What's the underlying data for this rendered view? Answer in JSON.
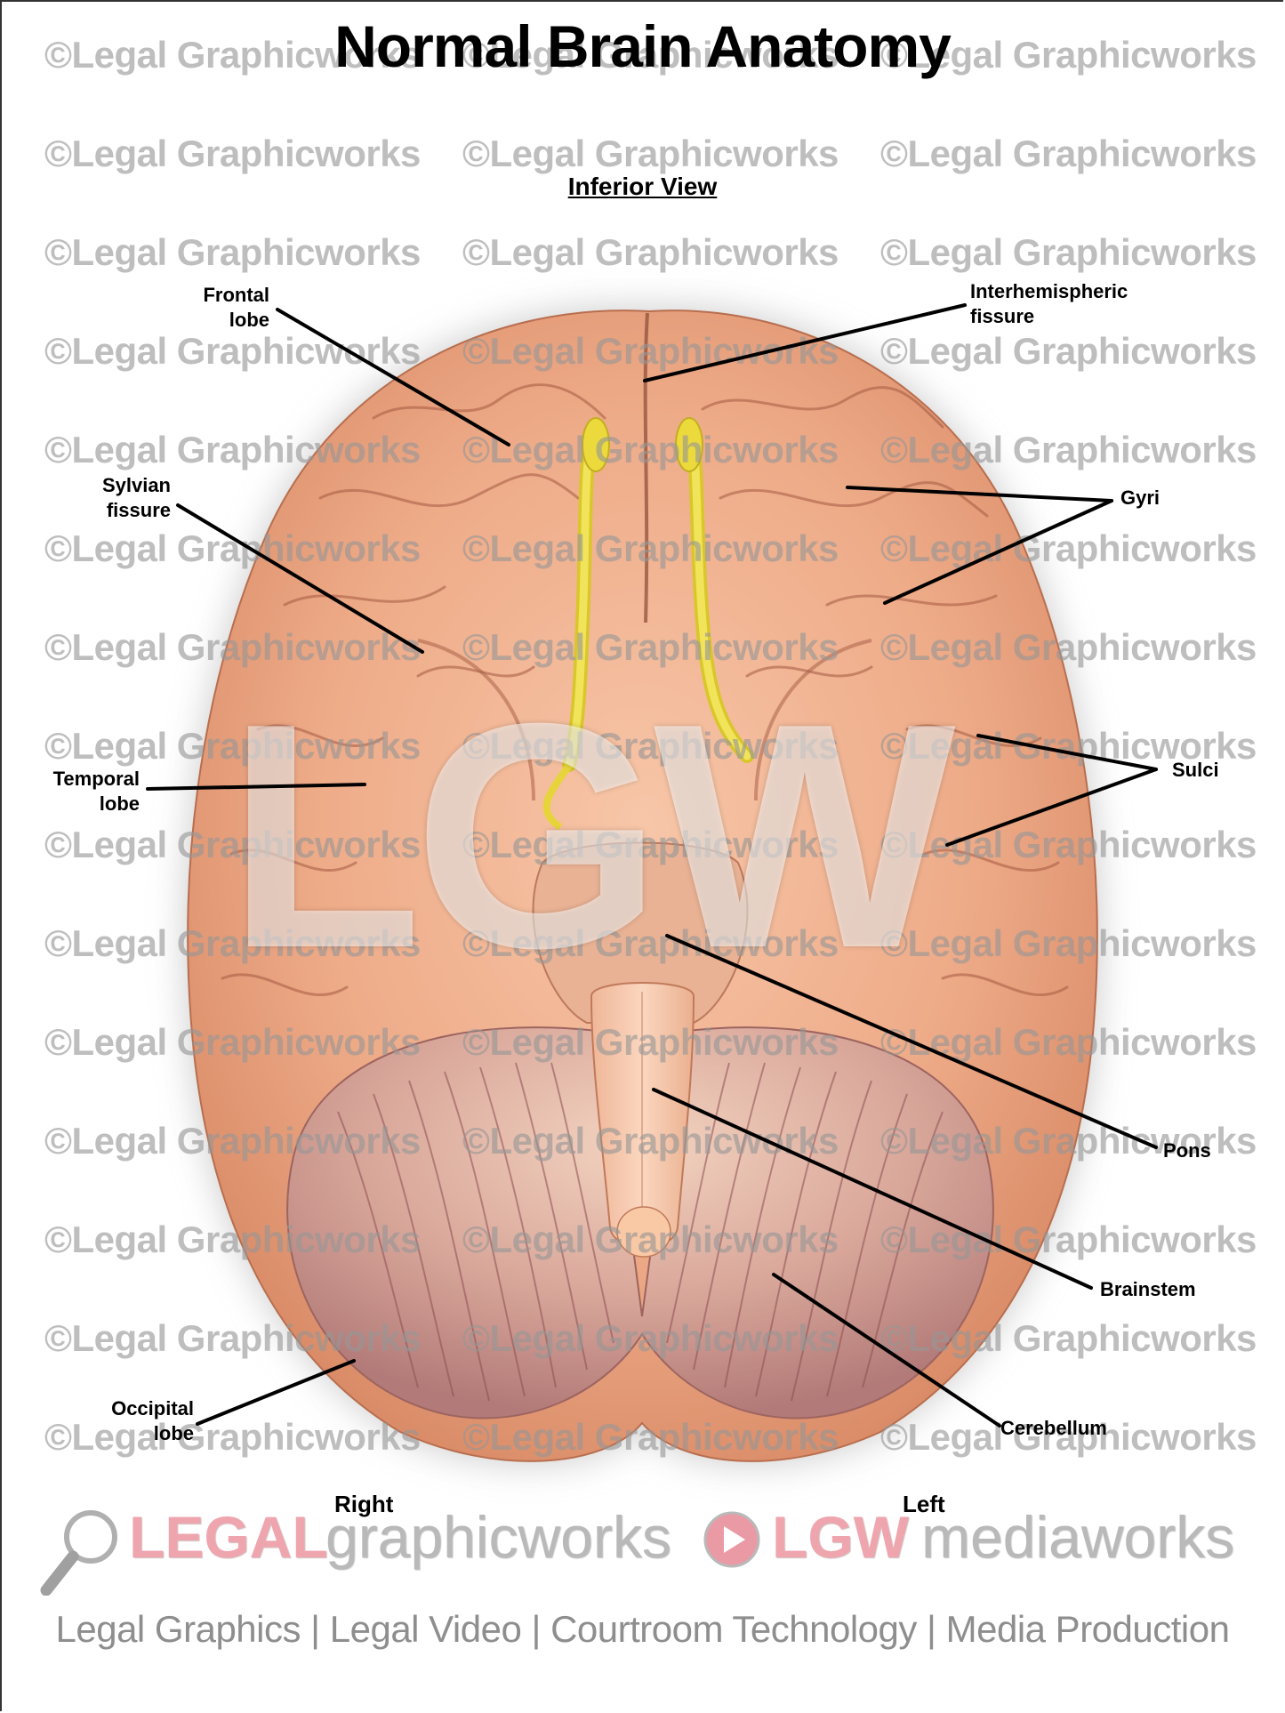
{
  "title": "Normal Brain Anatomy",
  "subtitle": "Inferior View",
  "labels": {
    "frontal_lobe": [
      "Frontal",
      "lobe"
    ],
    "interhemispheric_fissure": [
      "Interhemispheric",
      "fissure"
    ],
    "sylvian_fissure": [
      "Sylvian",
      "fissure"
    ],
    "gyri": "Gyri",
    "temporal_lobe": [
      "Temporal",
      "lobe"
    ],
    "sulci": "Sulci",
    "pons": "Pons",
    "brainstem": "Brainstem",
    "cerebellum": "Cerebellum",
    "occipital_lobe": [
      "Occipital",
      "lobe"
    ]
  },
  "orientation": {
    "right": "Right",
    "left": "Left"
  },
  "watermark": {
    "text": "©Legal Graphicworks",
    "overlay_monogram": "LGW"
  },
  "branding": {
    "logo1_part1": "LEGAL",
    "logo1_part2": "graphicworks",
    "logo2_part1": "LGW",
    "logo2_part2": "mediaworks",
    "tagline": "Legal Graphics | Legal Video | Courtroom Technology | Media Production",
    "accent_color": "#efa5ae",
    "gray_color": "#b9b9b9"
  }
}
